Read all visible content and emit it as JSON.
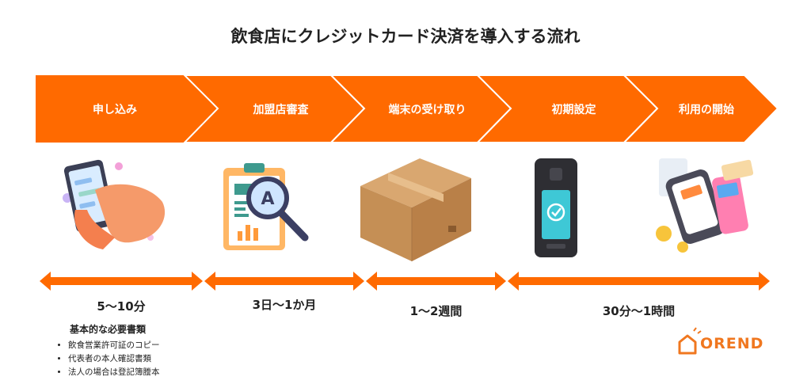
{
  "title": "飲食店にクレジットカード決済を導入する流れ",
  "steps": [
    {
      "label": "申し込み",
      "icon": "smartphone-hand-icon"
    },
    {
      "label": "加盟店審査",
      "icon": "clipboard-magnifier-icon"
    },
    {
      "label": "端末の受け取り",
      "icon": "cardboard-box-icon"
    },
    {
      "label": "初期設定",
      "icon": "payment-terminal-icon"
    },
    {
      "label": "利用の開始",
      "icon": "card-payment-icon"
    }
  ],
  "durations": [
    "5〜10分",
    "3日〜1か月",
    "1〜2週間",
    "30分〜1時間"
  ],
  "requirements": {
    "title": "基本的な必要書類",
    "items": [
      "飲食営業許可証のコピー",
      "代表者の本人確認書類",
      "法人の場合は登記簿謄本"
    ]
  },
  "logo": {
    "text": "OREND"
  },
  "colors": {
    "accent": "#f0771f",
    "arrow_orange": "#ff6a00"
  }
}
